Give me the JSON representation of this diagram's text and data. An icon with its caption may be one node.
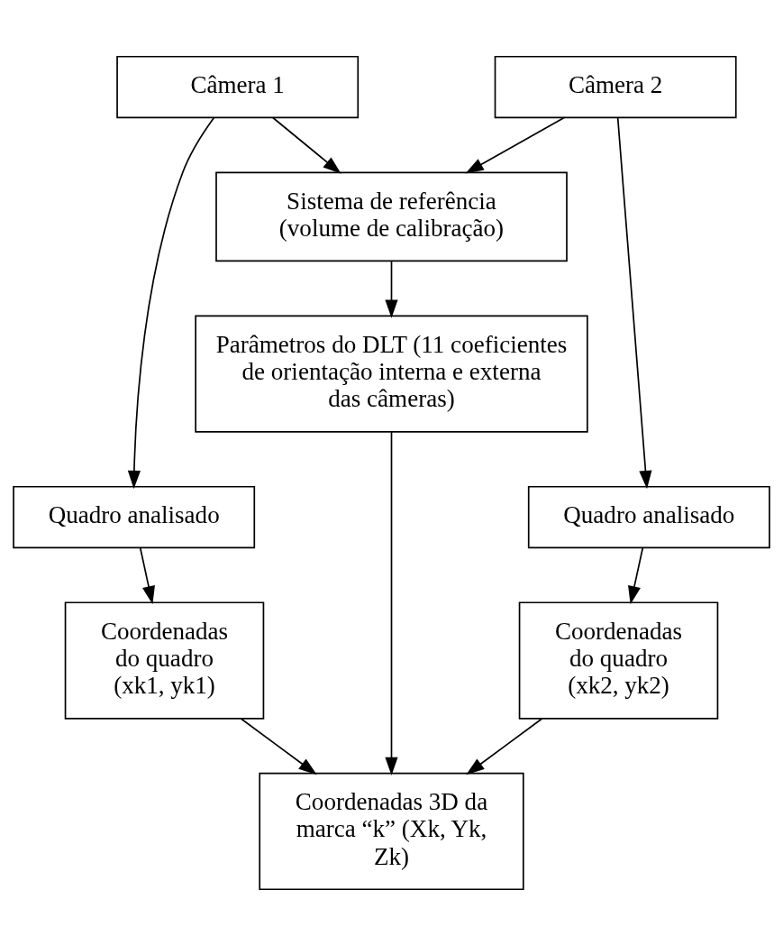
{
  "diagram": {
    "nodes": [
      {
        "text": [
          "Câmera 1"
        ]
      },
      {
        "text": [
          "Câmera 2"
        ]
      },
      {
        "text": [
          "Sistema de referência",
          "(volume de calibração)"
        ]
      },
      {
        "text": [
          "Parâmetros do DLT (11 coeficientes de orientação interna e externa das câmeras)"
        ]
      },
      {
        "text": [
          "Quadro analisado"
        ]
      },
      {
        "text": [
          "Quadro analisado"
        ]
      },
      {
        "text": [
          "Coordenadas do quadro (xk1, yk1)"
        ]
      },
      {
        "text": [
          "Coordenadas do quadro (xk2, yk2)"
        ]
      },
      {
        "text": [
          "Coordenadas 3D da marca “k” (Xk, Yk, Zk)"
        ]
      }
    ],
    "edges": [
      {
        "from": 0,
        "to": 2,
        "arrow": "to"
      },
      {
        "from": 1,
        "to": 2,
        "arrow": "to"
      },
      {
        "from": 2,
        "to": 3,
        "arrow": "to"
      },
      {
        "from": 0,
        "to": 4,
        "arrow": "to"
      },
      {
        "from": 1,
        "to": 5,
        "arrow": "to"
      },
      {
        "from": 4,
        "to": 6,
        "arrow": "to"
      },
      {
        "from": 5,
        "to": 7,
        "arrow": "to"
      },
      {
        "from": 3,
        "to": 8,
        "arrow": "to"
      },
      {
        "from": 6,
        "to": 8,
        "arrow": "to"
      },
      {
        "from": 7,
        "to": 8,
        "arrow": "to"
      }
    ]
  }
}
